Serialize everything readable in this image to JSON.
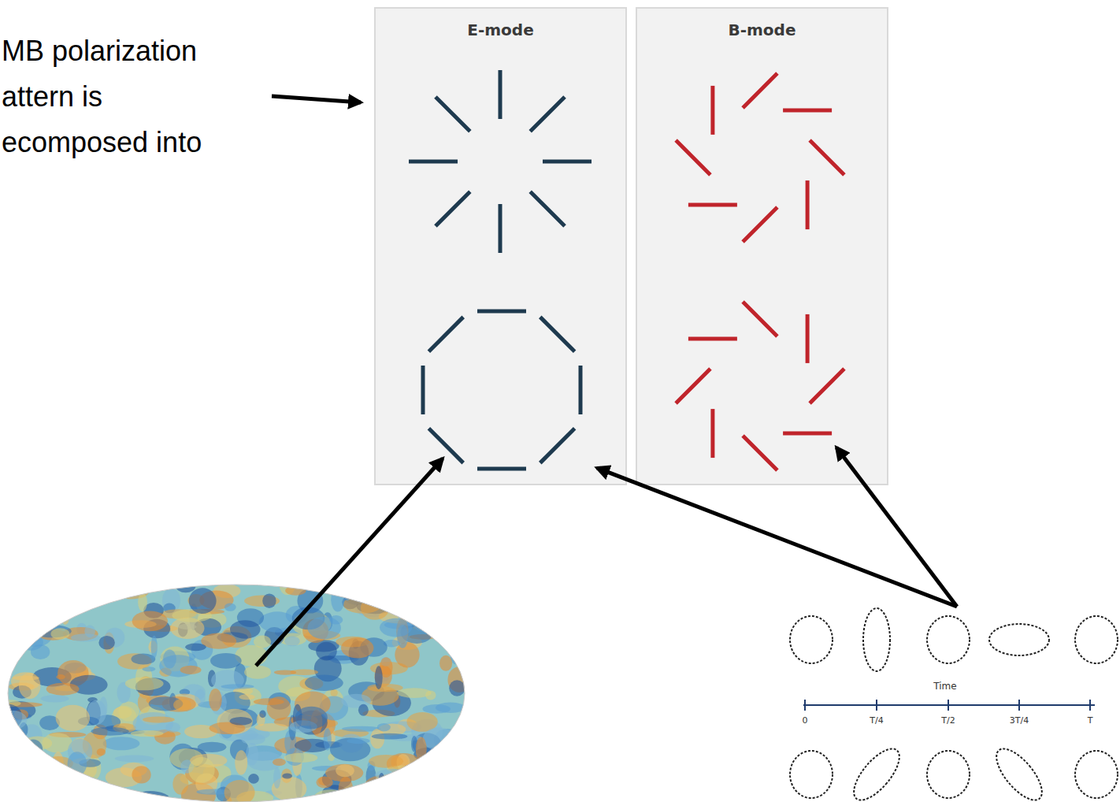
{
  "diagram": {
    "nodes": [
      {
        "text": [
          "E-mode"
        ]
      },
      {
        "text": [
          "B-mode"
        ]
      }
    ],
    "labels": [
      "MB polarization attern is ecomposed into",
      "Time",
      "0",
      "T/4",
      "T/2",
      "3T/4",
      "T"
    ]
  }
}
